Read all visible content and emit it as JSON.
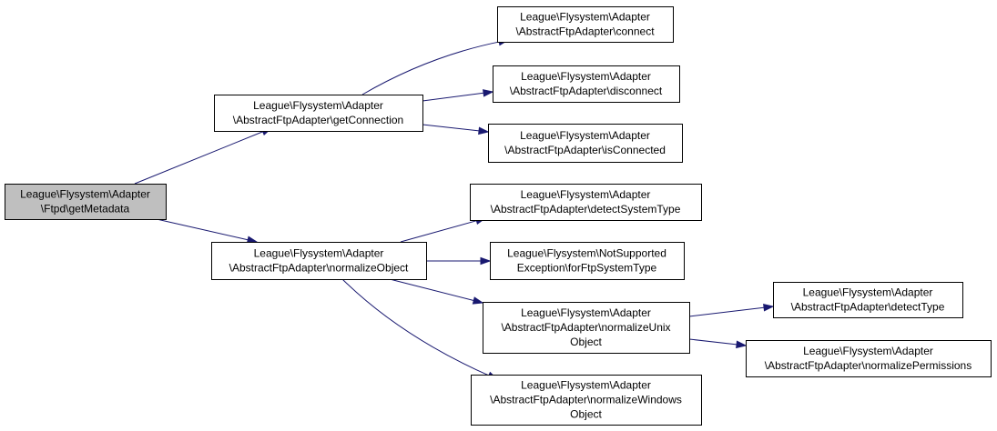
{
  "colors": {
    "edge": "#191970",
    "node_fill": "#ffffff",
    "root_fill": "#bfbfbf",
    "border": "#000000"
  },
  "nodes": [
    {
      "id": "ftpd_getMetadata",
      "lines": [
        "League\\Flysystem\\Adapter",
        "\\Ftpd\\getMetadata"
      ],
      "root": true
    },
    {
      "id": "getConnection",
      "lines": [
        "League\\Flysystem\\Adapter",
        "\\AbstractFtpAdapter\\getConnection"
      ]
    },
    {
      "id": "normalizeObject",
      "lines": [
        "League\\Flysystem\\Adapter",
        "\\AbstractFtpAdapter\\normalizeObject"
      ]
    },
    {
      "id": "connect",
      "lines": [
        "League\\Flysystem\\Adapter",
        "\\AbstractFtpAdapter\\connect"
      ]
    },
    {
      "id": "disconnect",
      "lines": [
        "League\\Flysystem\\Adapter",
        "\\AbstractFtpAdapter\\disconnect"
      ]
    },
    {
      "id": "isConnected",
      "lines": [
        "League\\Flysystem\\Adapter",
        "\\AbstractFtpAdapter\\isConnected"
      ]
    },
    {
      "id": "detectSystemType",
      "lines": [
        "League\\Flysystem\\Adapter",
        "\\AbstractFtpAdapter\\detectSystemType"
      ]
    },
    {
      "id": "forFtpSystemType",
      "lines": [
        "League\\Flysystem\\NotSupported",
        "Exception\\forFtpSystemType"
      ]
    },
    {
      "id": "normalizeUnixObject",
      "lines": [
        "League\\Flysystem\\Adapter",
        "\\AbstractFtpAdapter\\normalizeUnix",
        "Object"
      ]
    },
    {
      "id": "normalizeWindowsObject",
      "lines": [
        "League\\Flysystem\\Adapter",
        "\\AbstractFtpAdapter\\normalizeWindows",
        "Object"
      ]
    },
    {
      "id": "detectType",
      "lines": [
        "League\\Flysystem\\Adapter",
        "\\AbstractFtpAdapter\\detectType"
      ]
    },
    {
      "id": "normalizePermissions",
      "lines": [
        "League\\Flysystem\\Adapter",
        "\\AbstractFtpAdapter\\normalizePermissions"
      ]
    }
  ],
  "edges": [
    {
      "from": "ftpd_getMetadata",
      "to": "getConnection"
    },
    {
      "from": "ftpd_getMetadata",
      "to": "normalizeObject"
    },
    {
      "from": "getConnection",
      "to": "connect"
    },
    {
      "from": "getConnection",
      "to": "disconnect"
    },
    {
      "from": "getConnection",
      "to": "isConnected"
    },
    {
      "from": "normalizeObject",
      "to": "detectSystemType"
    },
    {
      "from": "normalizeObject",
      "to": "forFtpSystemType"
    },
    {
      "from": "normalizeObject",
      "to": "normalizeUnixObject"
    },
    {
      "from": "normalizeObject",
      "to": "normalizeWindowsObject"
    },
    {
      "from": "normalizeUnixObject",
      "to": "detectType"
    },
    {
      "from": "normalizeUnixObject",
      "to": "normalizePermissions"
    }
  ]
}
